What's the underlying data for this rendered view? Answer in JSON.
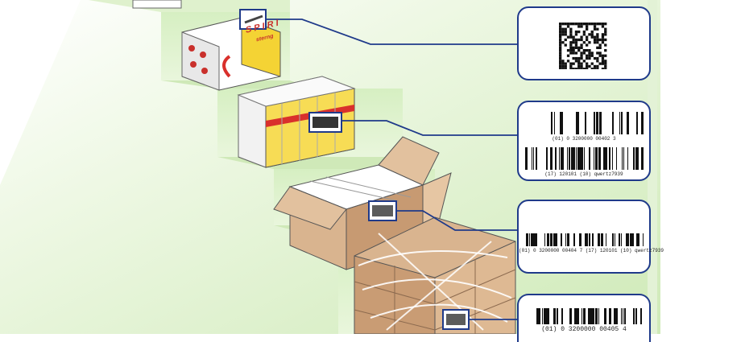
{
  "colors": {
    "stair_fill": "#e6f4d6",
    "stair_edge": "#c2e3a8",
    "callout_border": "#1f3a8a",
    "leader": "#1f3a8a",
    "cardboard": "#d9b48f",
    "cardboard_dark": "#b88a63",
    "yellow": "#f2d33b",
    "red": "#d9302c"
  },
  "levels": [
    {
      "name": "unit-pack",
      "code_type": "datamatrix",
      "captions": []
    },
    {
      "name": "bundle",
      "code_type": "linear-double",
      "captions": [
        "(01) 0 3200000 00402 3",
        "(17) 120101 (10) qwertz7939"
      ]
    },
    {
      "name": "case",
      "code_type": "linear-single",
      "captions": [
        "(01) 0 3200000 00404 7 (17) 120101 (10) qwertz7939"
      ]
    },
    {
      "name": "pallet",
      "code_type": "linear-single",
      "captions": [
        "(01) 0 3200000 00405 4"
      ]
    }
  ],
  "product": {
    "brand": "SPIRI",
    "sub_brand": "sterng"
  }
}
